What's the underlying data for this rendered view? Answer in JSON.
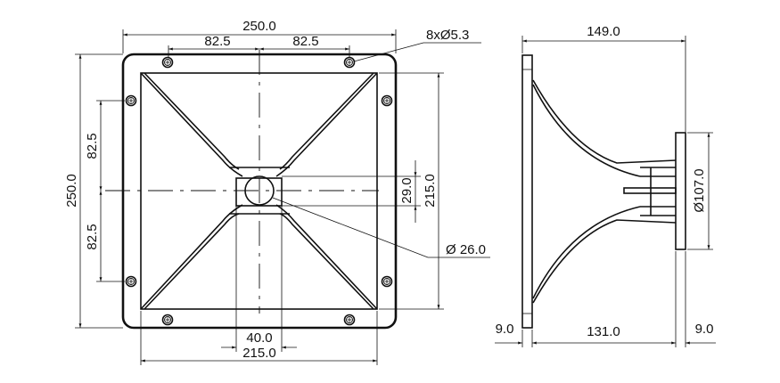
{
  "front_view": {
    "overall_width": "250.0",
    "hole_spacing_left": "82.5",
    "hole_spacing_right": "82.5",
    "hole_callout": "8xØ5.3",
    "overall_height": "250.0",
    "hole_spacing_upper": "82.5",
    "hole_spacing_lower": "82.5",
    "mouth_height": "215.0",
    "throat_height": "29.0",
    "throat_diameter": "Ø 26.0",
    "throat_width": "40.0",
    "mouth_width": "215.0"
  },
  "side_view": {
    "overall_depth": "149.0",
    "rear_diameter": "Ø107.0",
    "flange_thickness": "9.0",
    "horn_length": "131.0",
    "rear_plate_thickness": "9.0"
  }
}
